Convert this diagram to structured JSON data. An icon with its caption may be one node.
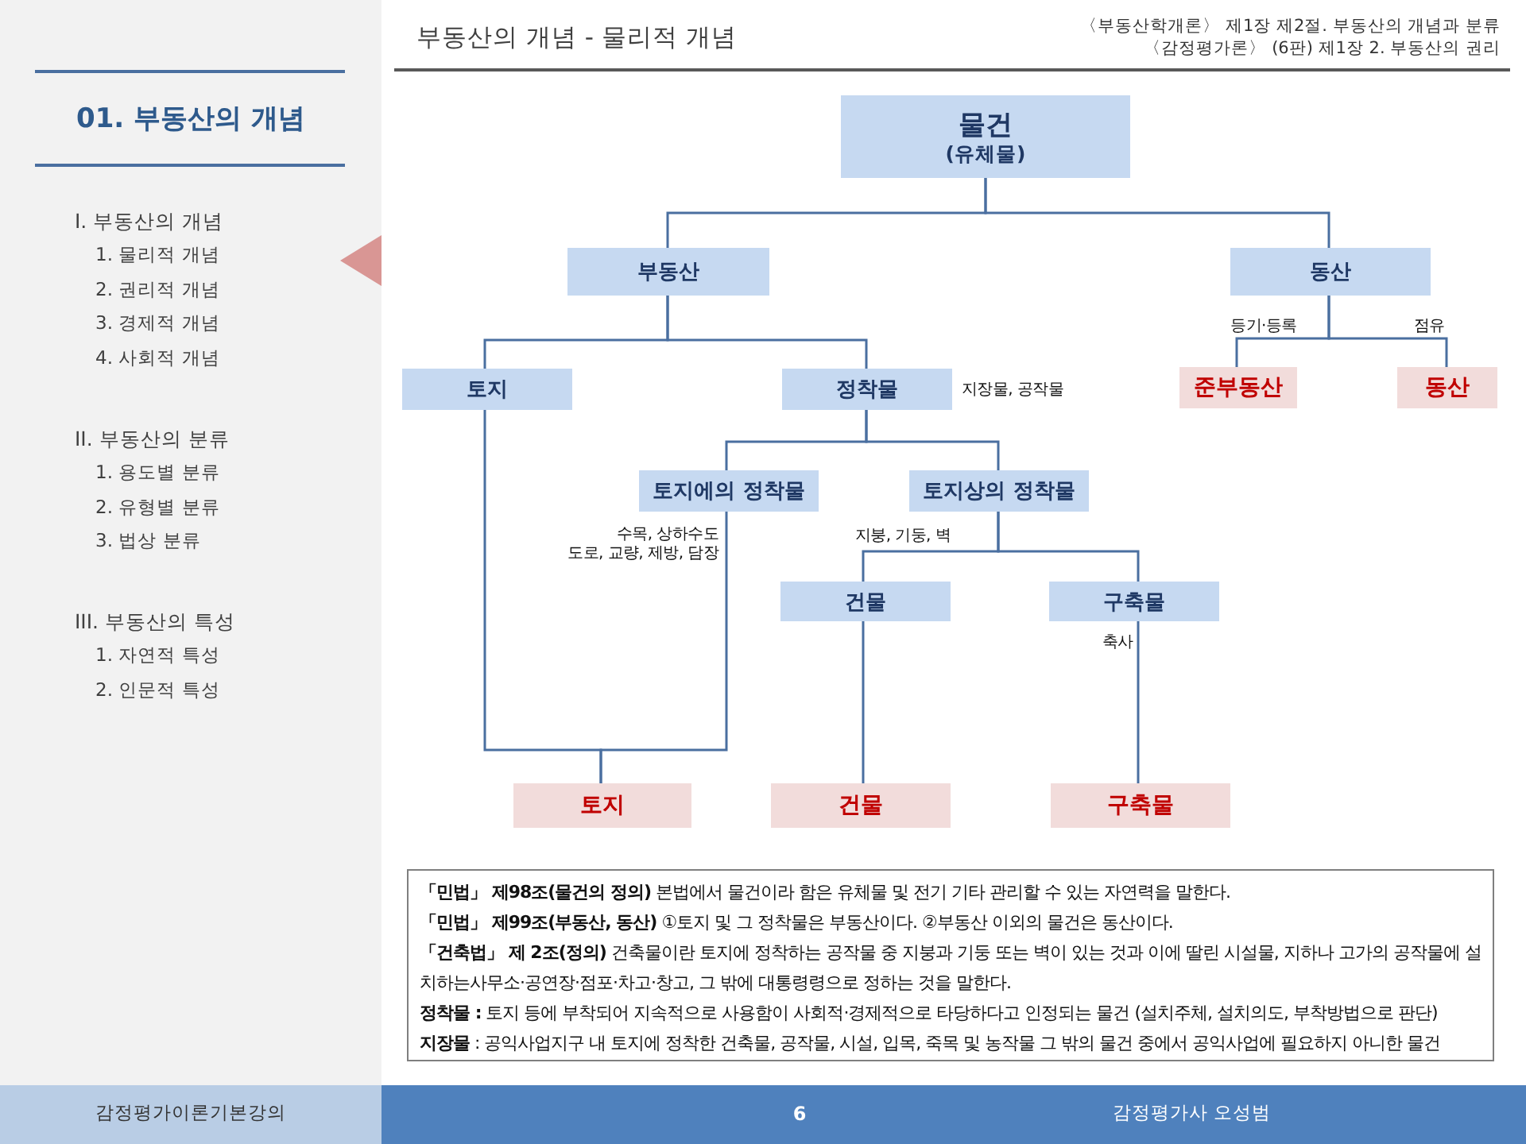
{
  "diagram": {
    "title": "부동산의 개념 - 물리적 개념",
    "nodes": [
      {
        "text": [
          "물건",
          "(유체물)"
        ]
      },
      {
        "text": [
          "부동산"
        ]
      },
      {
        "text": [
          "동산"
        ]
      },
      {
        "text": [
          "토지"
        ]
      },
      {
        "text": [
          "정착물"
        ],
        "beside": [
          "지장물, 공작물"
        ]
      },
      {
        "text": [
          "준부동산"
        ]
      },
      {
        "text": [
          "동산"
        ]
      },
      {
        "text": [
          "토지에의 정착물"
        ]
      },
      {
        "text": [
          "토지상의 정착물"
        ]
      },
      {
        "text": [
          "건물"
        ]
      },
      {
        "text": [
          "구축물"
        ]
      },
      {
        "text": [
          "토지"
        ]
      },
      {
        "text": [
          "건물"
        ]
      },
      {
        "text": [
          "구축물"
        ]
      },
      {
        "text": [
          "**「민법」 제98조(물건의 정의)** 본법에서 물건이라 함은 유체물 및 전기 기타 관리할 수 있는 자연력을 말한다.",
          "**「민법」 제99조(부동산, 동산)** ①토지 및 그 정착물은 부동산이다. ②부동산 이외의 물건은 동산이다.",
          "**「건축법」 제 2조(정의)** 건축물이란 토지에 정착하는 공작물 중 지붕과 기둥 또는 벽이 있는 것과 이에 딸린 시설물, 지하나 고가의 공작물에 설치하는사무소·공연장·점포·차고·창고, 그 밖에 대통령령으로 정하는 것을 말한다.",
          "**정착물 :** 토지 등에 부착되어 지속적으로 사용함이 사회적·경제적으로 타당하다고 인정되는 물건 (설치주체, 설치의도, 부착방법으로 판단)",
          "**지장물** : 공익사업지구 내 토지에 정착한 건축물, 공작물, 시설, 입목, 죽목 및 농작물 그 밖의 물건 중에서 공익사업에 필요하지 아니한 물건"
        ]
      }
    ],
    "edges": [
      {
        "from": 0,
        "to": 1,
        "arrow": "none"
      },
      {
        "from": 0,
        "to": 2,
        "arrow": "none"
      },
      {
        "from": 1,
        "to": 3,
        "arrow": "none"
      },
      {
        "from": 1,
        "to": 4,
        "arrow": "none"
      },
      {
        "from": 2,
        "to": 5,
        "arrow": "none",
        "label": "등기·등록"
      },
      {
        "from": 2,
        "to": 6,
        "arrow": "none",
        "label": "점유"
      },
      {
        "from": 4,
        "to": 7,
        "arrow": "none"
      },
      {
        "from": 4,
        "to": 8,
        "arrow": "none"
      },
      {
        "from": 8,
        "to": 9,
        "arrow": "none",
        "label": "지붕, 기둥, 벽"
      },
      {
        "from": 8,
        "to": 10,
        "arrow": "none"
      },
      {
        "from": 3,
        "to": 11,
        "arrow": "none"
      },
      {
        "from": 7,
        "to": 11,
        "arrow": "none",
        "label": "수목, 상하수도 도로, 교량, 제방, 담장"
      },
      {
        "from": 9,
        "to": 12,
        "arrow": "none"
      },
      {
        "from": 10,
        "to": 13,
        "arrow": "none",
        "label": "축사"
      }
    ],
    "labels": [
      "〈부동산학개론〉 제1장 제2절. 부동산의 개념과 분류",
      "〈감정평가론〉 (6판) 제1장 2. 부동산의 권리",
      "01. 부동산의 개념",
      "I. 부동산의 개념",
      "1. 물리적 개념",
      "2. 권리적 개념",
      "3. 경제적 개념",
      "4. 사회적 개념",
      "II. 부동산의 분류",
      "1. 용도별 분류",
      "2. 유형별 분류",
      "3. 법상 분류",
      "III. 부동산의 특성",
      "1. 자연적 특성",
      "2. 인문적 특성",
      "감정평가이론기본강의",
      "6",
      "감정평가사 오성범"
    ]
  }
}
